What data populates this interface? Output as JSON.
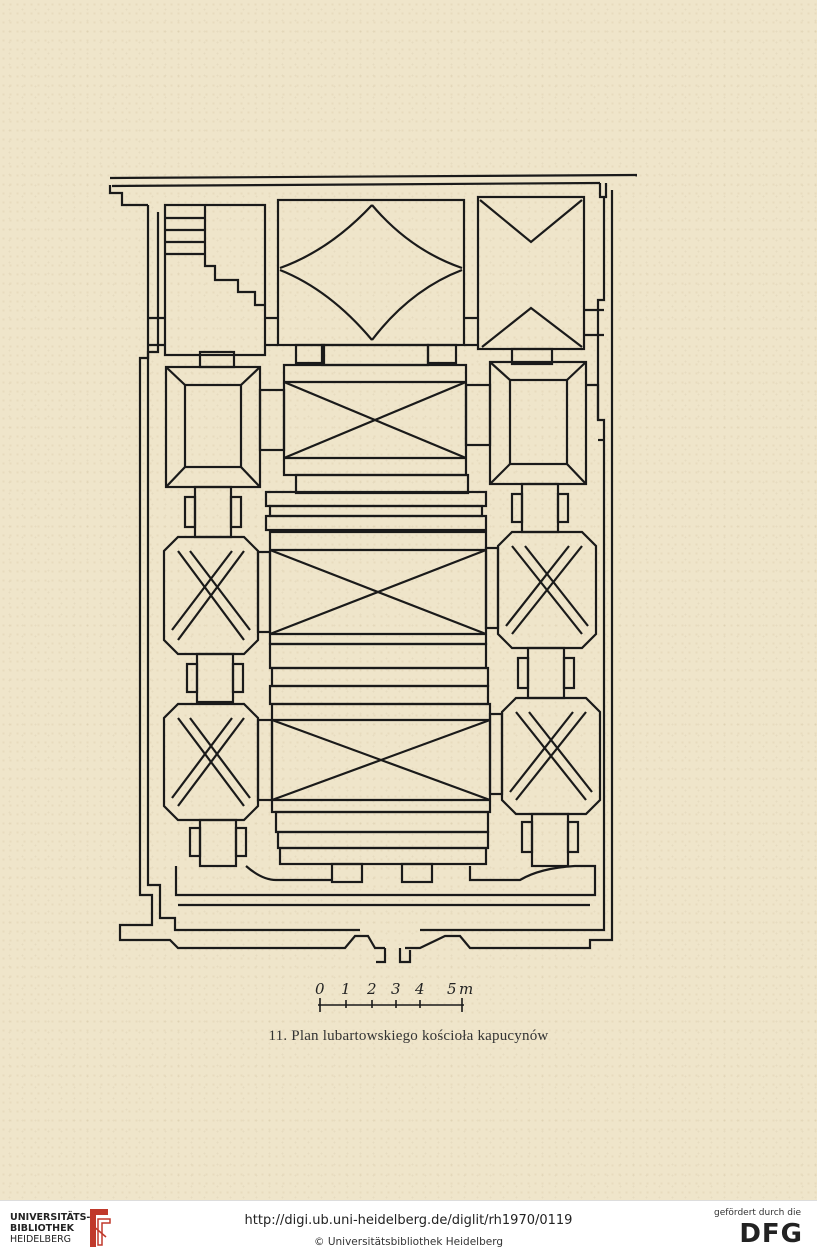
{
  "figure": {
    "scale_ticks": [
      "0",
      "1",
      "2",
      "3",
      "4",
      "5"
    ],
    "scale_unit": "m",
    "caption": "11. Plan lubartowskiego kościoła kapucynów"
  },
  "footer": {
    "library_name_line1": "UNIVERSITÄTS-",
    "library_name_line2": "BIBLIOTHEK",
    "library_name_line3": "HEIDELBERG",
    "url": "http://digi.ub.uni-heidelberg.de/diglit/rh1970/0119",
    "copyright": "© Universitätsbibliothek Heidelberg",
    "sponsor_small": "gefördert durch die",
    "sponsor_logo": "DFG"
  },
  "colors": {
    "paper": "#efe5ca",
    "ink": "#1a1a1a",
    "library_red": "#c0392b"
  }
}
